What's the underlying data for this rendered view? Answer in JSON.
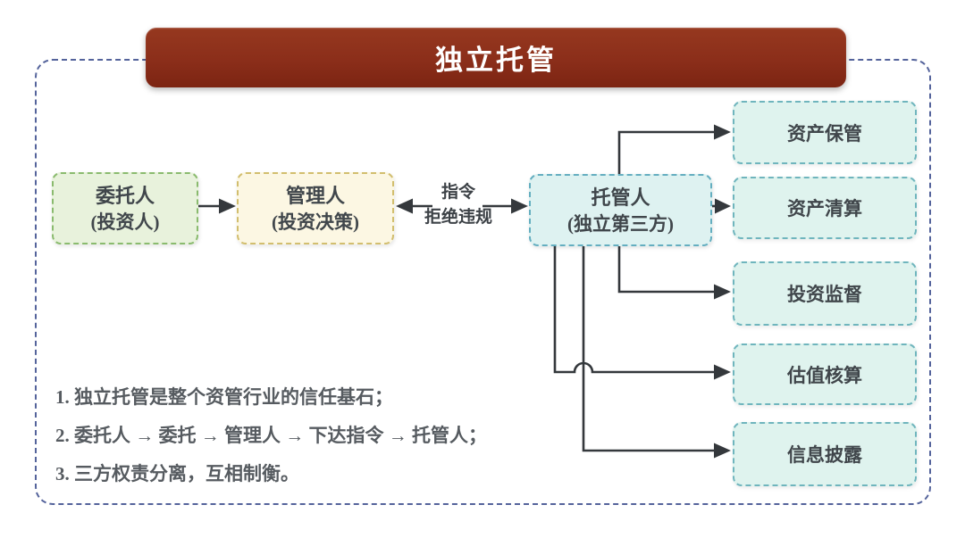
{
  "diagram": {
    "title": "独立托管",
    "nodes": {
      "client": {
        "name": "委托人",
        "subtitle": "(投资人)"
      },
      "manager": {
        "name": "管理人",
        "subtitle": "(投资决策)"
      },
      "custodian": {
        "name": "托管人",
        "subtitle": "(独立第三方)"
      }
    },
    "edge_labels": {
      "instruction": "指令",
      "reject_violation": "拒绝违规"
    },
    "functions": [
      "资产保管",
      "资产清算",
      "投资监督",
      "估值核算",
      "信息披露"
    ],
    "notes": [
      "1. 独立托管是整个资管行业的信任基石；",
      "2. 委托人 → 委托 → 管理人 → 下达指令 → 托管人；",
      "3. 三方权责分离，互相制衡。"
    ],
    "colors": {
      "banner": "#8B2E1A",
      "outer_border": "#54639B",
      "client_fill": "#E8F2DC",
      "client_border": "#8ABB6E",
      "manager_fill": "#FCF7E3",
      "manager_border": "#D2BE6E",
      "custodian_fill": "#DEF2F1",
      "custodian_border": "#64AEC0",
      "function_fill": "#DFF3EE",
      "function_border": "#6FB5BD",
      "connector": "#34383C",
      "node_text": "#40464B",
      "note_text": "#565B60"
    }
  }
}
